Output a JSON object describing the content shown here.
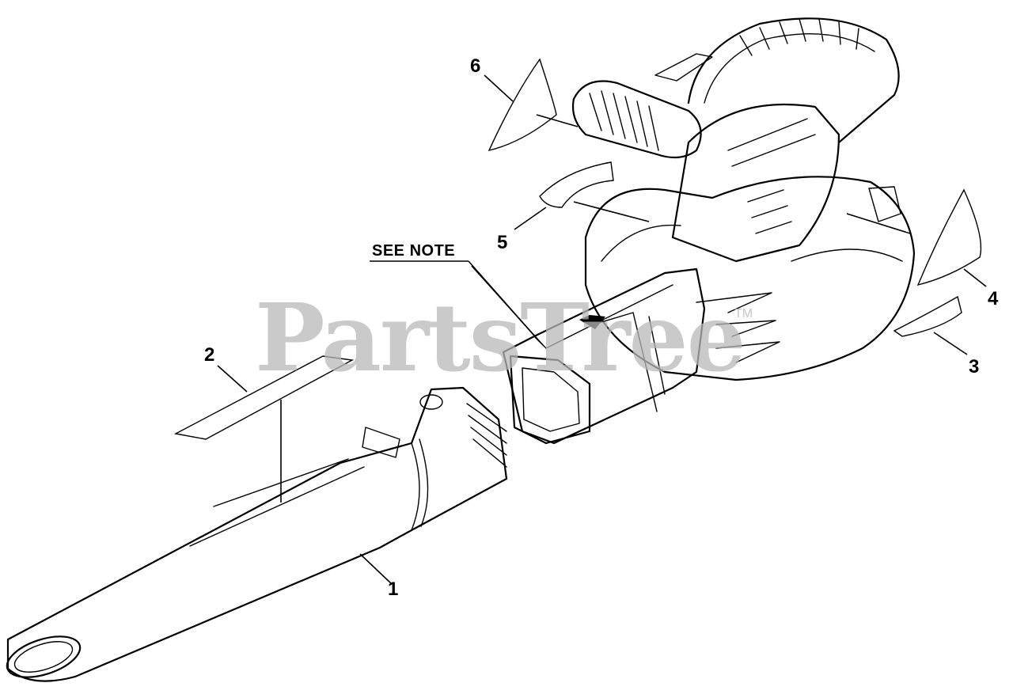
{
  "callouts": {
    "p1": "1",
    "p2": "2",
    "p3": "3",
    "p4": "4",
    "p5": "5",
    "p6": "6"
  },
  "note_label": "SEE NOTE",
  "watermark": {
    "text": "PartsTree",
    "mark": "TM"
  },
  "colors": {
    "line": "#000000",
    "background": "#ffffff",
    "watermark": "#b9b9b9"
  }
}
